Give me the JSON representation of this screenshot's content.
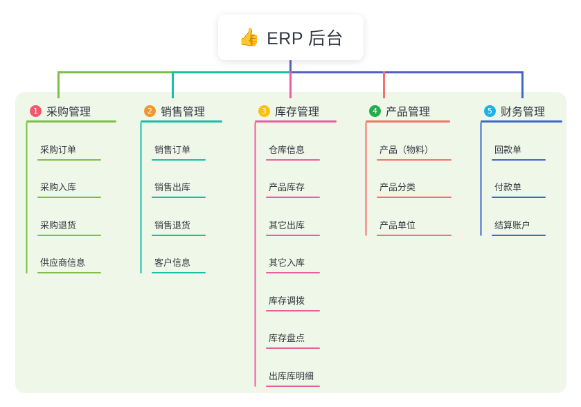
{
  "diagram": {
    "title": "ERP 后台",
    "root": {
      "label": "ERP 后台",
      "emoji": "👍",
      "icon_name": "thumbs-up-emoji",
      "stem_color": "#5260c4"
    },
    "background": {
      "page_color": "#ffffff",
      "panel_color": "#eef7e8"
    },
    "branches": [
      {
        "index": "1",
        "label": "采购管理",
        "badge_color": "#f4596b",
        "line_color": "#7ebe46",
        "items": [
          {
            "label": "采购订单"
          },
          {
            "label": "采购入库"
          },
          {
            "label": "采购退货"
          },
          {
            "label": "供应商信息"
          }
        ]
      },
      {
        "index": "2",
        "label": "销售管理",
        "badge_color": "#f5962b",
        "line_color": "#16bfa8",
        "items": [
          {
            "label": "销售订单"
          },
          {
            "label": "销售出库"
          },
          {
            "label": "销售退货"
          },
          {
            "label": "客户信息"
          }
        ]
      },
      {
        "index": "3",
        "label": "库存管理",
        "badge_color": "#ffc107",
        "line_color": "#ef5ba1",
        "items": [
          {
            "label": "仓库信息"
          },
          {
            "label": "产品库存"
          },
          {
            "label": "其它出库"
          },
          {
            "label": "其它入库"
          },
          {
            "label": "库存调拨"
          },
          {
            "label": "库存盘点"
          },
          {
            "label": "出库库明细"
          }
        ]
      },
      {
        "index": "4",
        "label": "产品管理",
        "badge_color": "#23ad4f",
        "line_color": "#f4716c",
        "items": [
          {
            "label": "产品（物料）"
          },
          {
            "label": "产品分类"
          },
          {
            "label": "产品单位"
          }
        ]
      },
      {
        "index": "5",
        "label": "财务管理",
        "badge_color": "#18b4e9",
        "line_color": "#3d67c9",
        "items": [
          {
            "label": "回款单"
          },
          {
            "label": "付款单"
          },
          {
            "label": "结算账户"
          }
        ]
      }
    ]
  }
}
